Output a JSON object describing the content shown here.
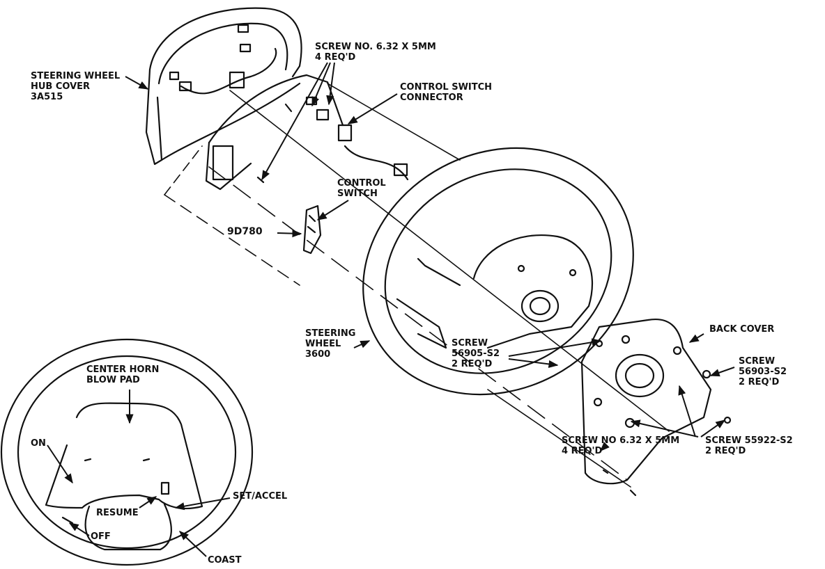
{
  "labels": {
    "hub_cover": [
      "STEERING WHEEL",
      "HUB COVER",
      "3A515"
    ],
    "screw_top": [
      "SCREW NO. 6.32 X 5mm",
      "4 REQ'D"
    ],
    "control_switch_connector": [
      "CONTROL SWITCH",
      "CONNECTOR"
    ],
    "control_switch": [
      "CONTROL",
      "SWITCH"
    ],
    "part_9d780": "9D780",
    "steering_wheel": [
      "STEERING",
      "WHEEL",
      "3600"
    ],
    "screw_56905": [
      "SCREW",
      "56905-S2",
      "2 REQ'D"
    ],
    "back_cover": "BACK COVER",
    "screw_56903": [
      "SCREW",
      "56903-S2",
      "2 REQ'D"
    ],
    "screw_bottom": [
      "SCREW NO 6.32 X 5mm",
      "4 REQ'D"
    ],
    "screw_55922": [
      "SCREW 55922-S2",
      "2 REQ'D"
    ],
    "center_horn": [
      "CENTER HORN",
      "BLOW PAD"
    ],
    "on": "ON",
    "set_accel": "SET/ACCEL",
    "resume": "RESUME",
    "off": "OFF",
    "coast": "COAST"
  },
  "colors": {
    "ink": "#111111",
    "paper": "#ffffff"
  }
}
